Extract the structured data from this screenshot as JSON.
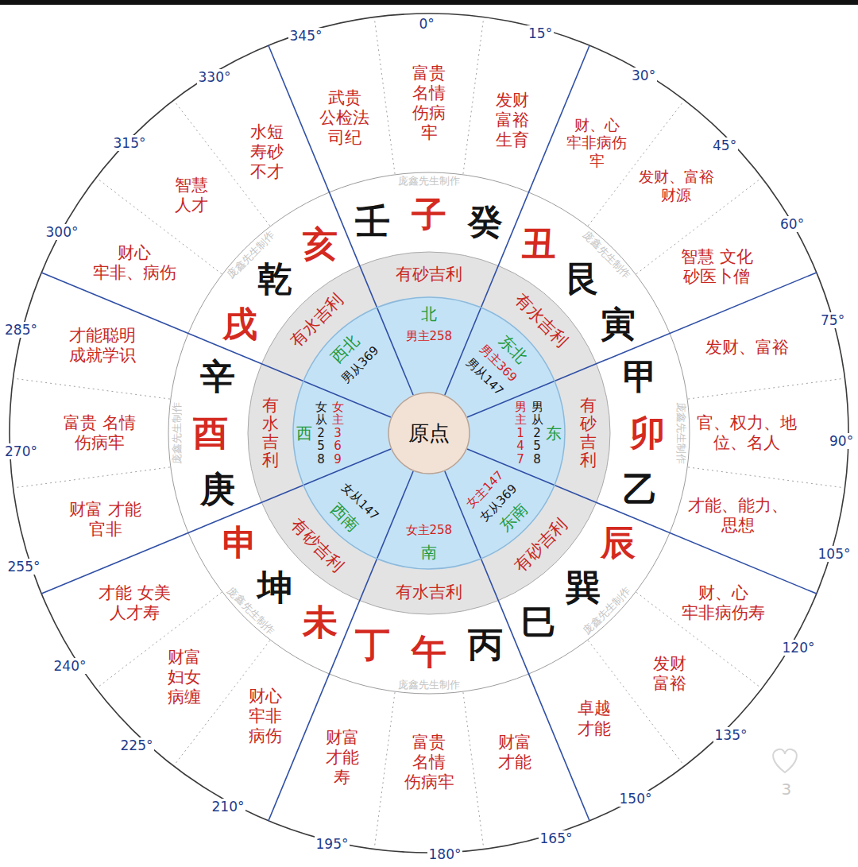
{
  "diagram": {
    "nodes": [
      {
        "text": [
          "北",
          "男主258",
          "东北",
          "男主369",
          "男从147",
          "东",
          "男从258",
          "男主147",
          "东南",
          "女从369",
          "女主147",
          "南",
          "女主258",
          "西南",
          "女从147",
          "西",
          "女从258",
          "女主369",
          "西北",
          "男从369"
        ]
      },
      {
        "text": [
          "原点"
        ],
        "in": 0
      }
    ],
    "labels": [
      "0°",
      "15°",
      "30°",
      "45°",
      "60°",
      "75°",
      "90°",
      "105°",
      "120°",
      "135°",
      "150°",
      "165°",
      "180°",
      "195°",
      "210°",
      "225°",
      "240°",
      "255°",
      "270°",
      "285°",
      "300°",
      "315°",
      "330°",
      "345°",
      "富贵 名情 伤病 牢",
      "发财 富裕 生育",
      "财、心 牢非病伤 牢",
      "发财、富裕 财源",
      "智慧 文化 砂医卜僧",
      "发财、富裕",
      "官、权力、地 位、名人",
      "才能、能力、 思想",
      "财、心 牢非病伤寿",
      "发财 富裕",
      "卓越 才能",
      "财富 才能",
      "富贵 名情 伤病牢",
      "财富 才能 寿",
      "财心 牢非 病伤",
      "财富 妇女 病缠",
      "才能 女美 人才寿",
      "财富 才能 官非",
      "富贵 名情 伤病牢",
      "才能聪明 成就学识",
      "财心 牢非、病伤",
      "智慧 人才",
      "水短 寿砂 不才",
      "武贵 公检法 司纪",
      "子",
      "癸",
      "丑",
      "艮",
      "寅",
      "甲",
      "卯",
      "乙",
      "辰",
      "巽",
      "巳",
      "丙",
      "午",
      "丁",
      "未",
      "坤",
      "申",
      "庚",
      "酉",
      "辛",
      "戌",
      "乾",
      "亥",
      "壬",
      "有砂吉利",
      "有水吉利",
      "有砂吉利",
      "有砂吉利",
      "有水吉利",
      "有砂吉利",
      "有水吉利",
      "有水吉利",
      "庞鑫先生制作",
      "庞鑫先生制作",
      "庞鑫先生制作",
      "庞鑫先生制作",
      "庞鑫先生制作",
      "庞鑫先生制作",
      "庞鑫先生制作",
      "庞鑫先生制作",
      "3"
    ]
  }
}
